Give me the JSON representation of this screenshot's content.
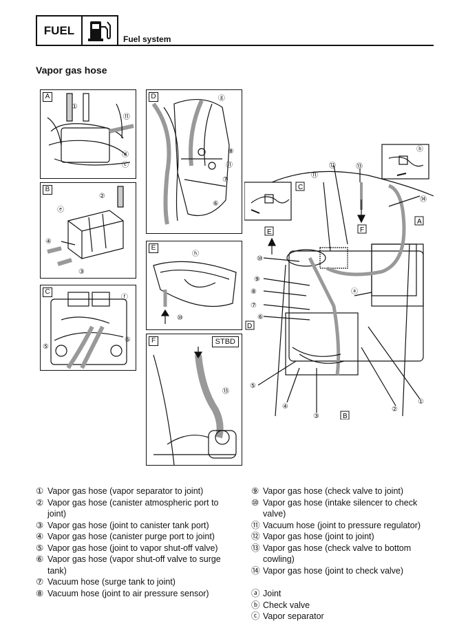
{
  "header": {
    "section_label": "FUEL",
    "section_icon": "fuel-pump-icon",
    "subtitle": "Fuel system"
  },
  "title": "Vapor gas hose",
  "panels": {
    "A": "A",
    "B": "B",
    "C": "C",
    "D": "D",
    "E": "E",
    "F": "F",
    "stbd": "STBD"
  },
  "main_labels": {
    "A": "A",
    "B": "B",
    "C": "C",
    "D": "D",
    "E": "E",
    "F": "F"
  },
  "callouts": {
    "n1": "①",
    "n2": "②",
    "n3": "③",
    "n4": "④",
    "n5": "⑤",
    "n6": "⑥",
    "n7": "⑦",
    "n8": "⑧",
    "n9": "⑨",
    "n10": "⑩",
    "n11": "⑪",
    "n12": "⑫",
    "n13": "⑬",
    "n14": "⑭",
    "a": "ⓐ",
    "b": "ⓑ",
    "c": "ⓒ",
    "d": "ⓓ",
    "e": "ⓔ",
    "f": "ⓕ",
    "g": "ⓖ",
    "h": "ⓗ"
  },
  "legend_left": [
    {
      "num": "①",
      "text": "Vapor gas hose (vapor separator to joint)"
    },
    {
      "num": "②",
      "text": "Vapor gas hose (canister atmospheric port to joint)"
    },
    {
      "num": "③",
      "text": "Vapor gas hose (joint to canister tank port)"
    },
    {
      "num": "④",
      "text": "Vapor gas hose (canister purge port to joint)"
    },
    {
      "num": "⑤",
      "text": "Vapor gas hose (joint to vapor shut-off valve)"
    },
    {
      "num": "⑥",
      "text": "Vapor gas hose (vapor shut-off valve to surge tank)"
    },
    {
      "num": "⑦",
      "text": "Vacuum hose (surge tank to joint)"
    },
    {
      "num": "⑧",
      "text": "Vacuum hose (joint to air pressure sensor)"
    }
  ],
  "legend_right": [
    {
      "num": "⑨",
      "text": "Vapor gas hose (check valve to joint)"
    },
    {
      "num": "⑩",
      "text": "Vapor gas hose (intake silencer to check valve)"
    },
    {
      "num": "⑪",
      "text": "Vacuum hose (joint to pressure regulator)"
    },
    {
      "num": "⑫",
      "text": "Vapor gas hose (joint to joint)"
    },
    {
      "num": "⑬",
      "text": "Vapor gas hose (check valve to bottom cowling)"
    },
    {
      "num": "⑭",
      "text": "Vapor gas hose (joint to check valve)"
    }
  ],
  "legend_letters": [
    {
      "num": "ⓐ",
      "text": "Joint"
    },
    {
      "num": "ⓑ",
      "text": "Check valve"
    },
    {
      "num": "ⓒ",
      "text": "Vapor separator"
    }
  ]
}
